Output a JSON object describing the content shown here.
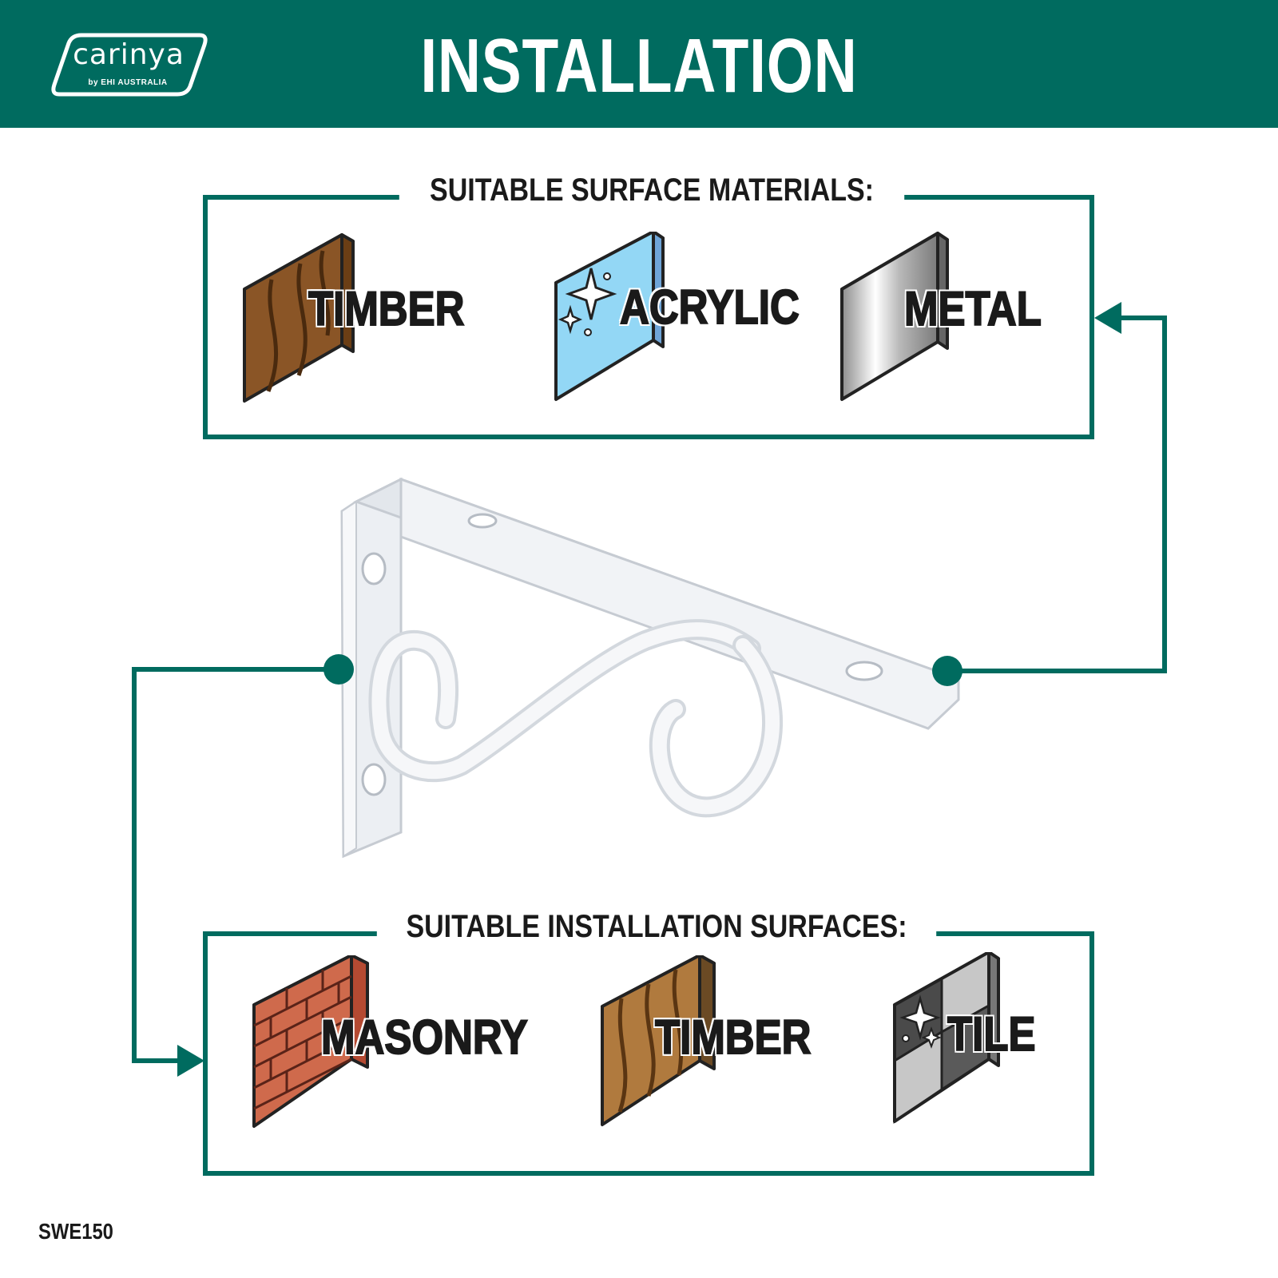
{
  "brand": {
    "logo_text": "carinya",
    "logo_subtext": "by EHI AUSTRALIA",
    "color": "#006b5f"
  },
  "header": {
    "title": "INSTALLATION"
  },
  "materials": {
    "heading": "SUITABLE SURFACE MATERIALS:",
    "items": [
      {
        "label": "TIMBER",
        "icon": "timber-block-icon"
      },
      {
        "label": "ACRYLIC",
        "icon": "acrylic-panel-icon"
      },
      {
        "label": "METAL",
        "icon": "metal-panel-icon"
      }
    ]
  },
  "surfaces": {
    "heading": "SUITABLE INSTALLATION SURFACES:",
    "items": [
      {
        "label": "MASONRY",
        "icon": "brick-wall-icon"
      },
      {
        "label": "TIMBER",
        "icon": "timber-panel-icon"
      },
      {
        "label": "TILE",
        "icon": "tile-panel-icon"
      }
    ]
  },
  "product": {
    "image": "white-shelf-bracket-illustration",
    "code": "SWE150"
  }
}
